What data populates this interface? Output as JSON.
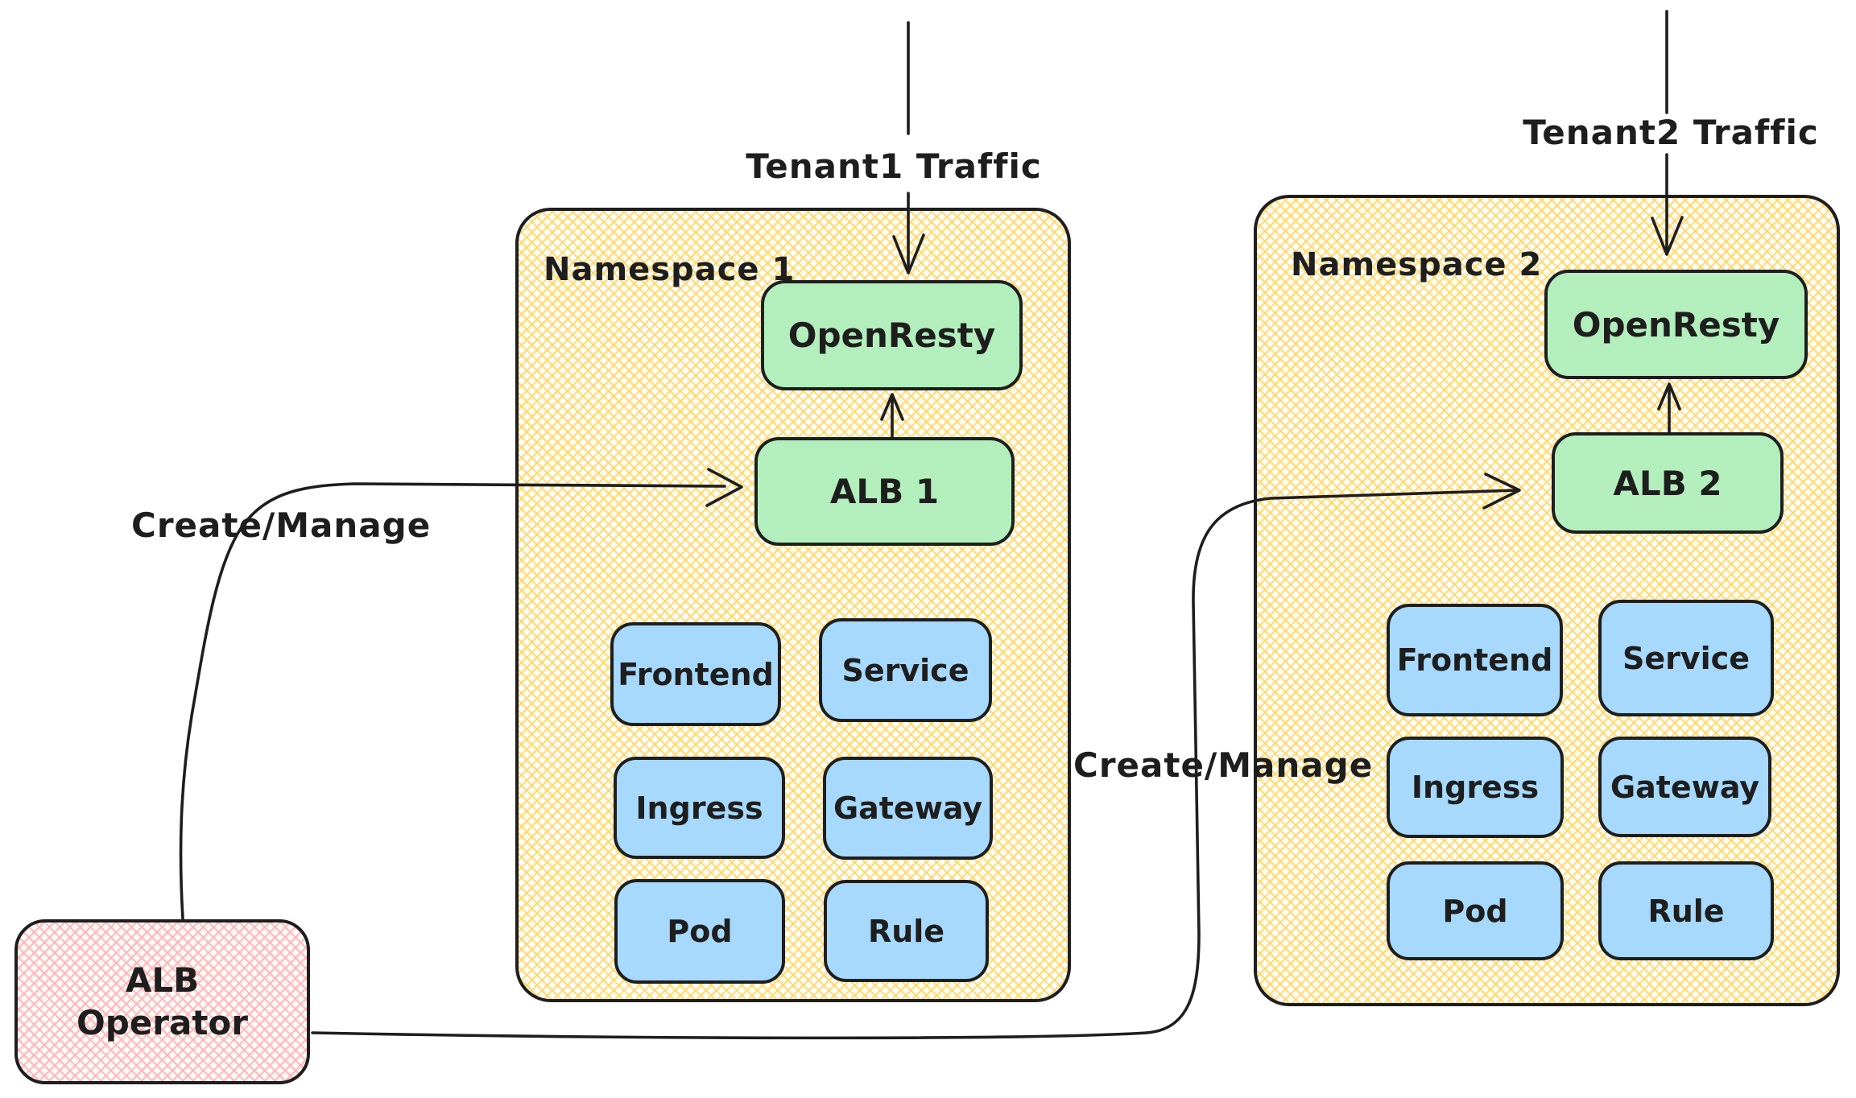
{
  "diagram": {
    "stroke_color": "#1e1e1e",
    "colors": {
      "namespace_hatch": "#ffd460",
      "gateway_node_fill": "#b3efbc",
      "resource_node_fill": "#a6d9fc",
      "operator_hatch": "#ffb0b0"
    },
    "traffic_arrows": [
      {
        "label": "Tenant1 Traffic"
      },
      {
        "label": "Tenant2 Traffic"
      }
    ],
    "manage_arrows": [
      {
        "label": "Create/Manage"
      },
      {
        "label": "Create/Manage"
      }
    ],
    "namespaces": [
      {
        "label": "Namespace 1",
        "gateway_nodes": [
          {
            "label": "OpenResty"
          },
          {
            "label": "ALB 1"
          }
        ],
        "resource_nodes": [
          {
            "label": "Frontend"
          },
          {
            "label": "Service"
          },
          {
            "label": "Ingress"
          },
          {
            "label": "Gateway"
          },
          {
            "label": "Pod"
          },
          {
            "label": "Rule"
          }
        ]
      },
      {
        "label": "Namespace 2",
        "gateway_nodes": [
          {
            "label": "OpenResty"
          },
          {
            "label": "ALB 2"
          }
        ],
        "resource_nodes": [
          {
            "label": "Frontend"
          },
          {
            "label": "Service"
          },
          {
            "label": "Ingress"
          },
          {
            "label": "Gateway"
          },
          {
            "label": "Pod"
          },
          {
            "label": "Rule"
          }
        ]
      }
    ],
    "operator": {
      "label_line1": "ALB",
      "label_line2": "Operator"
    }
  }
}
